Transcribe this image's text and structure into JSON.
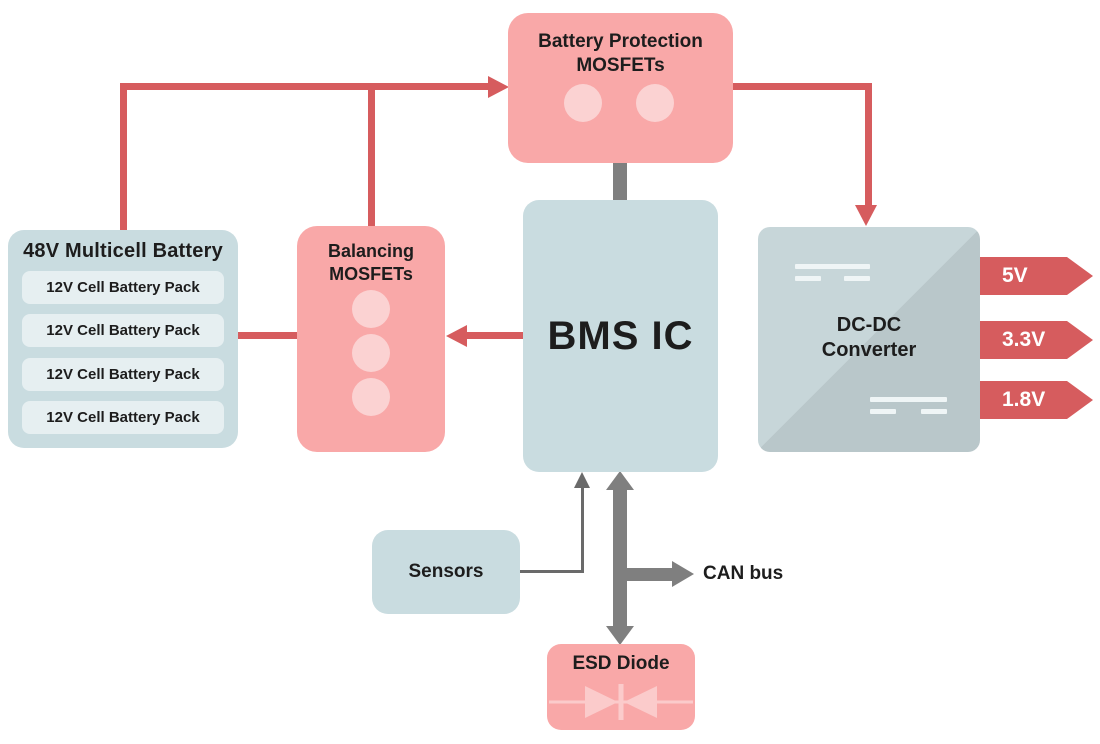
{
  "colors": {
    "red": "#D65C5E",
    "pink": "#F9A8A8",
    "pink-light": "#FBD2D2",
    "blue": "#C9DCE0",
    "blue-light": "#E6EFF1",
    "dcdc-light": "#C7D6D9",
    "dcdc-dark": "#B9C7CA",
    "gray": "#7F7F7F",
    "gray-thin": "#6A6A6A",
    "ink": "#1D1D1D"
  },
  "blocks": {
    "battery_protection": {
      "label": "Battery Protection\nMOSFETs"
    },
    "multicell_battery": {
      "title": "48V Multicell Battery",
      "packs": [
        "12V Cell Battery Pack",
        "12V Cell Battery Pack",
        "12V Cell Battery Pack",
        "12V Cell Battery Pack"
      ]
    },
    "balancing": {
      "label": "Balancing\nMOSFETs"
    },
    "bms_ic": {
      "label": "BMS IC"
    },
    "dcdc": {
      "label": "DC-DC\nConverter",
      "outputs": [
        "5V",
        "3.3V",
        "1.8V"
      ]
    },
    "sensors": {
      "label": "Sensors"
    },
    "can_bus": {
      "label": "CAN bus"
    },
    "esd_diode": {
      "label": "ESD Diode"
    }
  },
  "connections": [
    {
      "from": "multicell_battery",
      "to": "battery_protection",
      "style": "power-red-arrow"
    },
    {
      "from": "battery_protection",
      "to": "dcdc_converter",
      "style": "power-red-arrow"
    },
    {
      "from": "multicell_battery",
      "to": "balancing_mosfets",
      "style": "power-red-line"
    },
    {
      "from": "bms_ic",
      "to": "balancing_mosfets",
      "style": "power-red-arrow"
    },
    {
      "from": "battery_protection",
      "to": "bms_ic",
      "style": "gray-bus"
    },
    {
      "from": "sensors",
      "to": "bms_ic",
      "style": "thin-gray-arrow"
    },
    {
      "from": "bms_ic",
      "to": "esd_diode",
      "style": "gray-bus-bidirectional"
    },
    {
      "from": "bms_ic",
      "to": "can_bus",
      "style": "gray-bus-arrow"
    }
  ]
}
